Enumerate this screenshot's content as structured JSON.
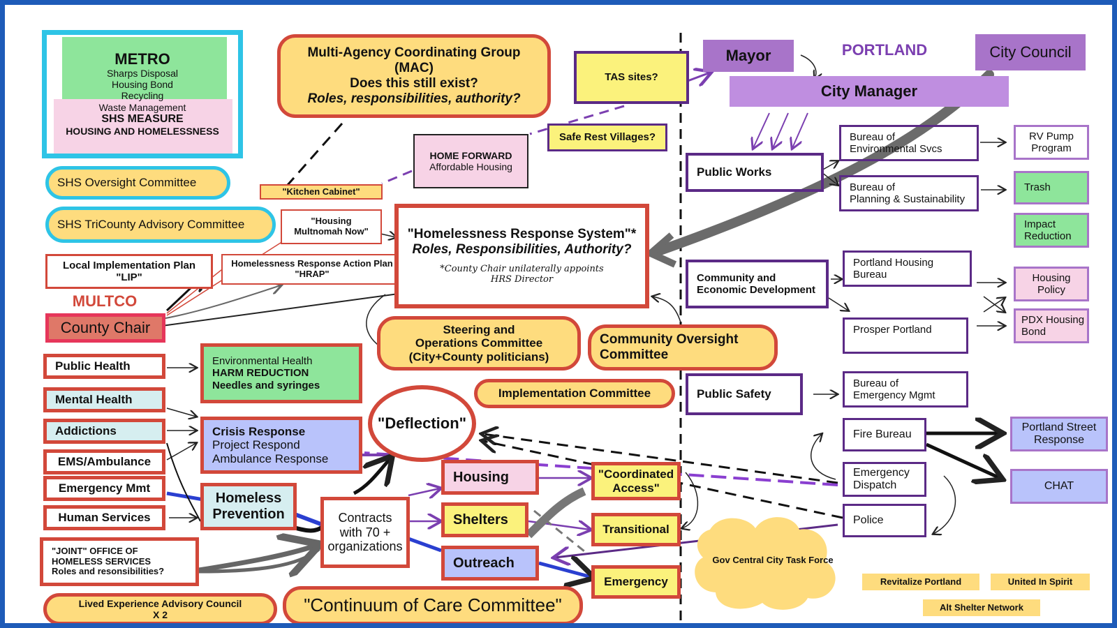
{
  "colors": {
    "frame": "#1e5bb8",
    "red": "#d2483a",
    "purple": "#5b2a86",
    "yellow": "#fedc7e",
    "green": "#8ee59b",
    "pink": "#f7d3e6",
    "blue": "#b9c3fb",
    "violet": "#a874c9"
  },
  "headers": {
    "multco": "MULTCO",
    "portland": "PORTLAND"
  },
  "metro": {
    "title": "METRO",
    "l1": "Sharps Disposal",
    "l2": "Housing Bond",
    "l3": "Recycling",
    "l4": "Waste Management",
    "l5": "SHS MEASURE",
    "l6": "HOUSING AND HOMELESSNESS"
  },
  "mac": {
    "l1": "Multi-Agency Coordinating Group",
    "l2": "(MAC)",
    "l3": "Does this still exist?",
    "l4": "Roles, responsibilities, authority?"
  },
  "tas": "TAS sites?",
  "safe_rest": "Safe Rest Villages?",
  "home_forward": {
    "l1": "HOME FORWARD",
    "l2": "Affordable Housing"
  },
  "kitchen": "\"Kitchen Cabinet\"",
  "hmn": {
    "l1": "\"Housing",
    "l2": "Multnomah Now\""
  },
  "shs_oversight": "SHS Oversight Committee",
  "shs_tricounty": "SHS TriCounty Advisory Committee",
  "lip": {
    "l1": "Local Implementation Plan",
    "l2": "\"LIP\""
  },
  "hrap": {
    "l1": "Homelessness Response Action Plan",
    "l2": "\"HRAP\""
  },
  "hrs": {
    "l1": "\"Homelessness Response System\"*",
    "l2": "Roles, Responsibilities, Authority?",
    "l3": "*County Chair unilaterally appoints",
    "l4": "HRS Director"
  },
  "county_chair": "County Chair",
  "steering": {
    "l1": "Steering and",
    "l2": "Operations Committee",
    "l3": "(City+County politicians)"
  },
  "community_oversight": {
    "l1": "Community Oversight",
    "l2": "Committee"
  },
  "implementation": "Implementation Committee",
  "deflection": "\"Deflection\"",
  "county_depts": [
    "Public Health",
    "Mental Health",
    "Addictions",
    "EMS/Ambulance",
    "Emergency Mmt",
    "Human Services"
  ],
  "env_health": {
    "l1": "Environmental Health",
    "l2": "HARM  REDUCTION",
    "l3": "Needles and syringes"
  },
  "crisis": {
    "l1": "Crisis Response",
    "l2": "Project Respond",
    "l3": "Ambulance Response"
  },
  "homeless_prev": {
    "l1": "Homeless",
    "l2": "Prevention"
  },
  "contracts": {
    "l1": "Contracts",
    "l2": "with  70 +",
    "l3": "organizations"
  },
  "services": {
    "housing": "Housing",
    "shelters": "Shelters",
    "outreach": "Outreach"
  },
  "access": {
    "coordinated_l1": "\"Coordinated",
    "coordinated_l2": "Access\"",
    "transitional": "Transitional",
    "emergency": "Emergency"
  },
  "joint": {
    "l1": "\"JOINT\" OFFICE OF",
    "l2": "HOMELESS SERVICES",
    "l3": "Roles and resonsibilities?"
  },
  "lived": {
    "l1": "Lived Experience Advisory Council",
    "l2": "X 2"
  },
  "continuum": "\"Continuum of Care Committee\"",
  "gov_task": "Gov Central City Task Force",
  "mayor": "Mayor",
  "city_council": "City Council",
  "city_manager": "City Manager",
  "public_works": "Public Works",
  "ces": {
    "l1": "Bureau of",
    "l2": "Environmental Svcs"
  },
  "bps": {
    "l1": "Bureau of",
    "l2": "Planning & Sustainability"
  },
  "rv_pump": {
    "l1": "RV Pump",
    "l2": "Program"
  },
  "trash": "Trash",
  "impact": {
    "l1": "Impact",
    "l2": "Reduction"
  },
  "ced": {
    "l1": "Community and",
    "l2": "Economic Development"
  },
  "phb": {
    "l1": "Portland Housing",
    "l2": "Bureau"
  },
  "prosper": "Prosper Portland",
  "housing_policy": {
    "l1": "Housing",
    "l2": "Policy"
  },
  "pdx_bond": {
    "l1": "PDX Housing",
    "l2": "Bond"
  },
  "public_safety": "Public Safety",
  "bem": {
    "l1": "Bureau of",
    "l2": "Emergency Mgmt"
  },
  "fire": "Fire Bureau",
  "dispatch": {
    "l1": "Emergency",
    "l2": "Dispatch"
  },
  "police": "Police",
  "psr": {
    "l1": "Portland Street",
    "l2": "Response"
  },
  "chat": "CHAT",
  "tags": {
    "revitalize": "Revitalize Portland",
    "united": "United In Spirit",
    "alt_shelter": "Alt Shelter Network"
  }
}
